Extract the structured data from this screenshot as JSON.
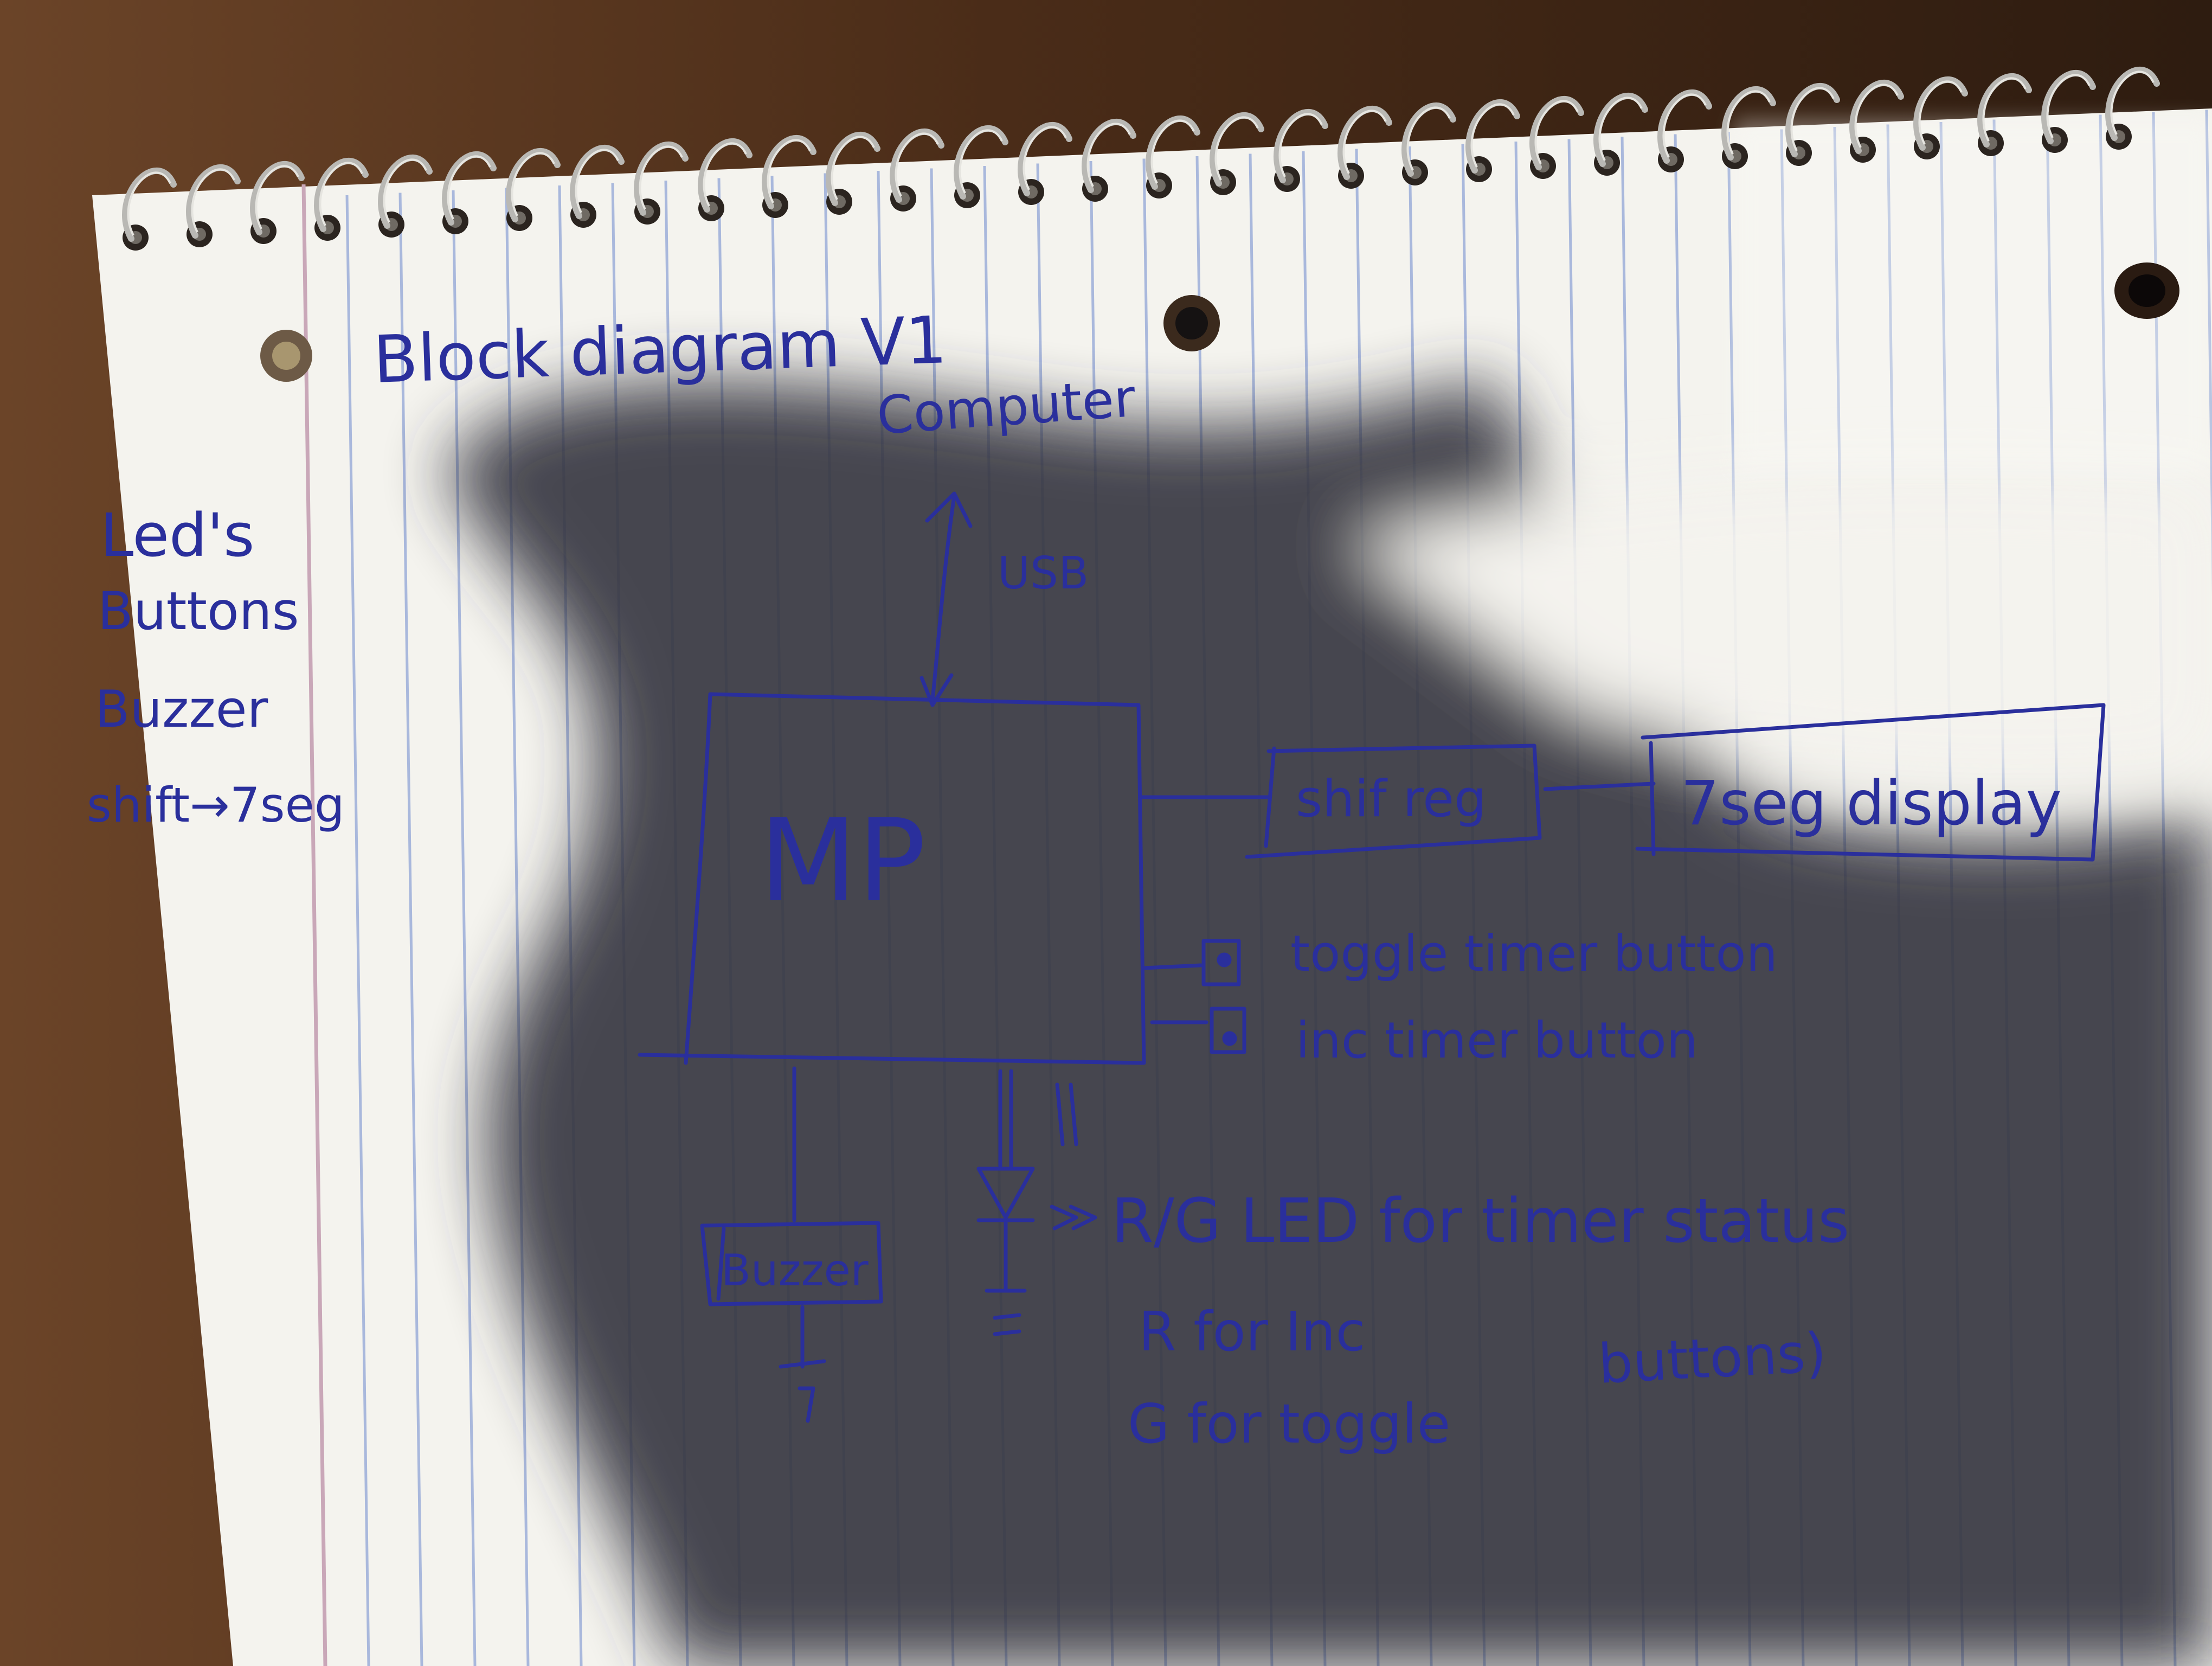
{
  "page": {
    "title": "Block diagram V1"
  },
  "sidebar_notes": {
    "line1": "Led's",
    "line2": "Buttons",
    "line3": "Buzzer",
    "line4": "shift→7seg"
  },
  "diagram": {
    "computer_label": "Computer",
    "usb_label": "USB",
    "mp_label": "MP",
    "shift_reg_label": "shif reg",
    "seg_display_label": "7seg display",
    "toggle_button_label": "toggle timer button",
    "inc_button_label": "inc timer button",
    "buzzer_label": "Buzzer",
    "led_label": "R/G LED for timer status",
    "r_note": "R for Inc",
    "g_note": "G for toggle",
    "buttons_note": "buttons)"
  },
  "colors": {
    "ink": "#2a2f9c",
    "paper": "#f4f3ee",
    "rule_line": "#a9b8dc",
    "margin_line": "#c9a7b8",
    "shadow": "#3c3b46",
    "background": "#5a3a22"
  }
}
